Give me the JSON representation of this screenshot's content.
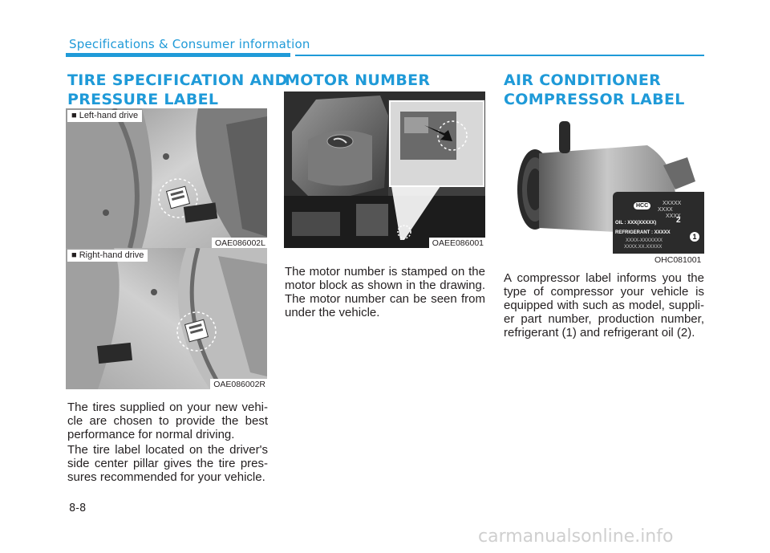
{
  "header": {
    "title": "Specifications & Consumer information"
  },
  "tire": {
    "title_line1": "TIRE SPECIFICATION AND",
    "title_line2": "PRESSURE LABEL",
    "fig1_tag": "■ Left-hand drive",
    "fig1_code": "OAE086002L",
    "fig2_tag": "■ Right-hand drive",
    "fig2_code": "OAE086002R",
    "para1": "The tires supplied on your new vehi-cle are chosen to provide the best performance for normal driving.",
    "para2": "The tire label located on the driver's side center pillar gives the tire pres-sures recommended for your vehicle."
  },
  "motor": {
    "title": "MOTOR NUMBER",
    "fig_code": "OAEE086001",
    "para": "The motor number is stamped on the motor block as shown in the drawing. The motor number can be seen from under the vehicle."
  },
  "aircon": {
    "title_line1": "AIR CONDITIONER",
    "title_line2": "COMPRESSOR LABEL",
    "fig_code": "OHC081001",
    "label_brand": "HCC",
    "label_line_oil": "OIL : XXX(XXXXX)",
    "label_line_ref": "REFRIGERANT : XXXXX",
    "label_x1": "XXXXX",
    "label_x2": "XXXX",
    "label_x3": "XXXX",
    "label_x4": "XXXX-XXXXXXX",
    "label_x5": "XXXX.XX.XXXXX",
    "callout_1": "1",
    "callout_2": "2",
    "para": "A compressor label informs you the type of compressor your vehicle is equipped with such as model, suppli-er part number, production number, refrigerant (1) and refrigerant oil (2)."
  },
  "footer": {
    "page_number": "8-8",
    "watermark": "carmanualsonline.info"
  }
}
